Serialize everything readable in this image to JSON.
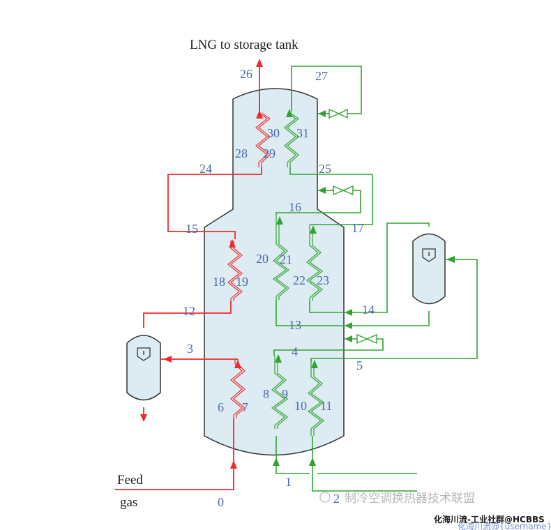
{
  "diagram": {
    "title": "LNG to storage tank",
    "feed_label_line1": "Feed",
    "feed_label_line2": "gas",
    "colors": {
      "natural_gas_stream": "#ee2b2b",
      "refrigerant_stream": "#2fa52f",
      "vessel_fill": "#dcecf2",
      "stream_label": "#4a68a8"
    },
    "stream_labels": {
      "s0": "0",
      "s1": "1",
      "s2": "2",
      "s3": "3",
      "s4": "4",
      "s5": "5",
      "s6": "6",
      "s7": "7",
      "s8": "8",
      "s9": "9",
      "s10": "10",
      "s11": "11",
      "s12": "12",
      "s13": "13",
      "s14": "14",
      "s15": "15",
      "s16": "16",
      "s17": "17",
      "s18": "18",
      "s19": "19",
      "s20": "20",
      "s21": "21",
      "s22": "22",
      "s23": "23",
      "s24": "24",
      "s25": "25",
      "s26": "26",
      "s27": "27",
      "s28": "28",
      "s29": "29",
      "s30": "30",
      "s31": "31"
    },
    "equipment": {
      "main_exchanger": "coil-wound heat exchanger",
      "left_separator": "gas-liquid separator",
      "right_separator": "refrigerant separator",
      "valves": [
        "throttle-valve-top",
        "throttle-valve-middle",
        "throttle-valve-bottom"
      ]
    }
  },
  "watermarks": {
    "wechat": "制冷空调换热器技术联盟",
    "forum": "化海川流-工业社群@HCBBS",
    "forum_sub": "化海川流@{username}"
  }
}
